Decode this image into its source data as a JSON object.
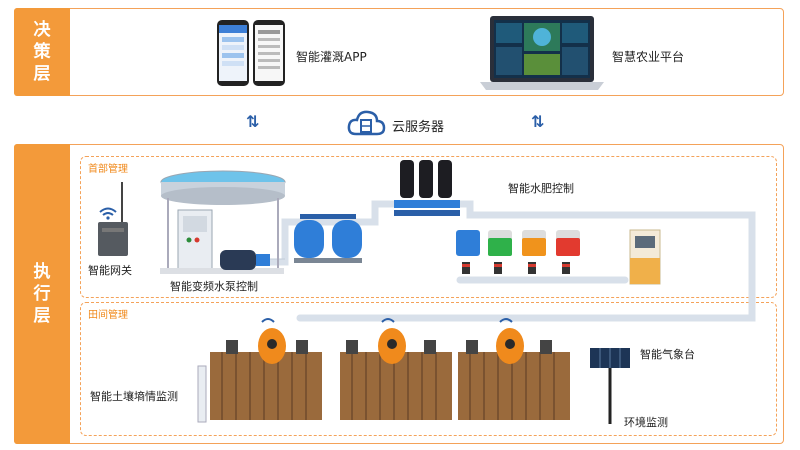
{
  "decision_layer": {
    "tab": "决\n策\n层",
    "app_label": "智能灌溉APP",
    "platform_label": "智慧农业平台"
  },
  "cloud": {
    "label": "云服务器",
    "arrow_symbol": "⇅"
  },
  "execution_layer": {
    "tab": "执\n行\n层",
    "head_section": "首部管理",
    "field_section": "田间管理",
    "gateway_label": "智能网关",
    "pump_label": "智能变频水泵控制",
    "fertilizer_label": "智能水肥控制",
    "soil_label": "智能土壤墒情监测",
    "weather_label": "智能气象台",
    "env_label": "环境监测"
  },
  "colors": {
    "accent": "#f39a3a",
    "pipe": "#dfe6ee",
    "tank_blue": "#2f7ed8"
  }
}
